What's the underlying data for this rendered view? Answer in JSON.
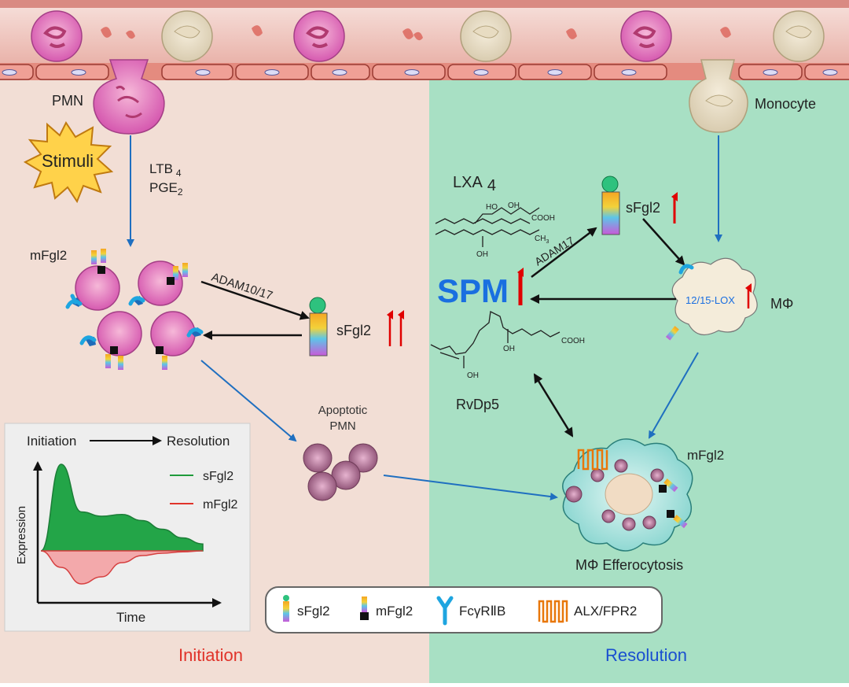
{
  "cells": {
    "pmn": "PMN",
    "monocyte": "Monocyte",
    "stimuli": "Stimuli",
    "apoptotic_line1": "Apoptotic",
    "apoptotic_line2": "PMN",
    "macrophage": "MΦ",
    "efferocytosis": "MΦ Efferocytosis"
  },
  "mediators": {
    "ltb4_base": "LTB",
    "ltb4_sub": "4",
    "pge2_base": "PGE",
    "pge2_sub": "2",
    "lxa4_base": "LXA",
    "lxa4_sub": "4",
    "spm": "SPM",
    "rvdp5": "RvDp5",
    "lox": "12/15-LOX"
  },
  "enzymes": {
    "adam1017": "ADAM10/17",
    "adam17": "ADAM17"
  },
  "proteins": {
    "mfgl2_left": "mFgl2",
    "mfgl2_right": "mFgl2",
    "sfgl2_left": "sFgl2",
    "sfgl2_right": "sFgl2"
  },
  "chem": {
    "ho": "HO",
    "oh": "OH",
    "cooh": "COOH",
    "ch3": "CH",
    "ch3_sub": "3"
  },
  "legend": {
    "sfgl2": "sFgl2",
    "mfgl2": "mFgl2",
    "fcgr": "FcγRⅡB",
    "alx": "ALX/FPR2"
  },
  "inset": {
    "from": "Initiation",
    "to": "Resolution",
    "series_s": "sFgl2",
    "series_m": "mFgl2",
    "ylabel": "Expression",
    "xlabel": "Time"
  },
  "phases": {
    "initiation": "Initiation",
    "resolution": "Resolution"
  },
  "colors": {
    "initiation_bg": "#f2ded5",
    "resolution_bg": "#a8e0c4",
    "vessel": "#e9a39b",
    "arrow_blue": "#1f6fc0",
    "spm_blue": "#1a6fe0",
    "up_red": "#e00000",
    "sfgl2_series": "#1f9b3b",
    "mfgl2_series": "#e0332a"
  },
  "chart_data": {
    "type": "area",
    "title": "",
    "xlabel": "Time",
    "ylabel": "Expression",
    "series": [
      {
        "name": "sFgl2",
        "shape": "early sharp peak, then long elevated plateau decaying slowly",
        "values": [
          0,
          1.0,
          0.45,
          0.4,
          0.42,
          0.35,
          0.25,
          0.15,
          0.08
        ]
      },
      {
        "name": "mFgl2",
        "shape": "negative dip early, returning to baseline",
        "values": [
          0,
          -0.35,
          -0.7,
          -0.55,
          -0.25,
          -0.1,
          -0.05,
          -0.02,
          0
        ]
      }
    ],
    "grid": false,
    "legend": "top-right"
  }
}
